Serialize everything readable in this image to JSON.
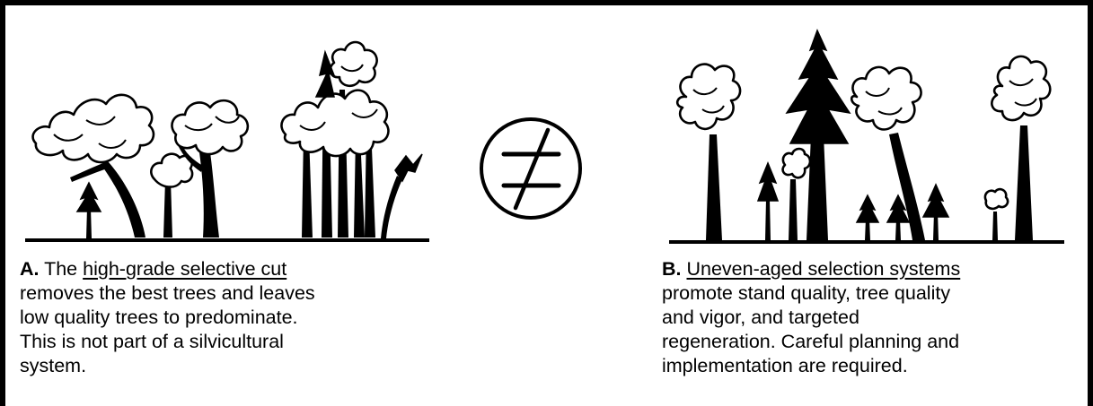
{
  "panel_a": {
    "label": "A.",
    "title": "high-grade selective cut",
    "lines": [
      "removes the best trees and leaves",
      "low quality trees to predominate.",
      "This is not part of a silvicultural",
      "system."
    ]
  },
  "panel_b": {
    "label": "B.",
    "title": "Uneven-aged selection systems",
    "lines": [
      "promote stand quality, tree quality",
      "and vigor, and targeted",
      "regeneration. Careful planning and",
      "implementation are required."
    ]
  },
  "connector_a": "The",
  "not_equal_symbol": "not-equal-icon"
}
